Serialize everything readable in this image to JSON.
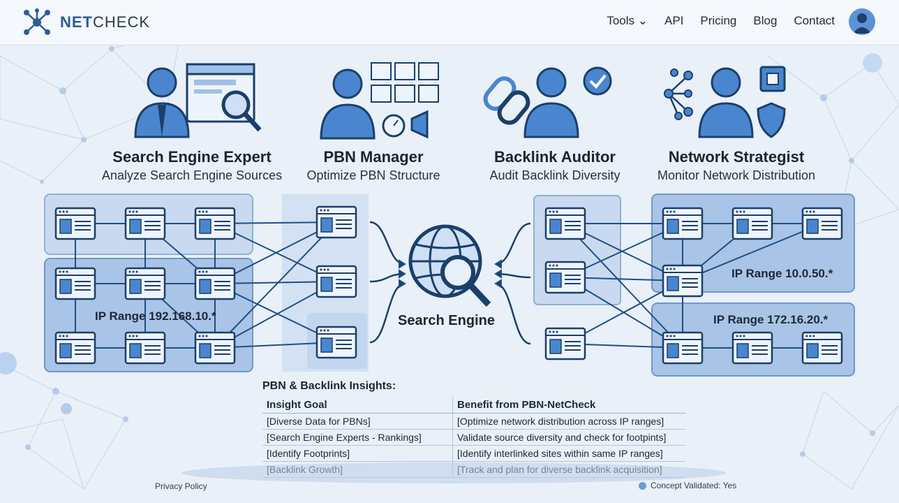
{
  "brand": {
    "name_bold": "NET",
    "name_rest": "CHECK"
  },
  "nav": {
    "tools": "Tools ⌄",
    "api": "API",
    "pricing": "Pricing",
    "blog": "Blog",
    "contact": "Contact"
  },
  "roles": [
    {
      "title": "Search Engine Expert",
      "subtitle": "Analyze Search Engine Sources"
    },
    {
      "title": "PBN Manager",
      "subtitle": "Optimize PBN Structure"
    },
    {
      "title": "Backlink Auditor",
      "subtitle": "Audit Backlink Diversity"
    },
    {
      "title": "Network Strategist",
      "subtitle": "Monitor Network Distribution"
    }
  ],
  "network": {
    "ip_left": "IP Range 192.168.10.*",
    "ip_right_top": "IP Range 10.0.50.*",
    "ip_right_bottom": "IP Range 172.16.20.*",
    "center_label": "Search Engine"
  },
  "insights": {
    "title": "PBN & Backlink Insights:",
    "headers": [
      "Insight Goal",
      "Benefit from PBN-NetCheck"
    ],
    "rows": [
      [
        "[Diverse Data for PBNs]",
        "[Optimize network distribution across IP ranges]"
      ],
      [
        "[Search Engine Experts - Rankings]",
        "Validate source diversity and check for footpints]"
      ],
      [
        "[Identify Footprints]",
        "[Identify interlinked sites within same IP ranges]"
      ],
      [
        "[Backlink Growth]",
        "[Track and plan for diverse backlink acquisition]"
      ]
    ]
  },
  "footer": {
    "privacy": "Privacy Policy",
    "status": "Concept Validated: Yes"
  },
  "colors": {
    "accent": "#2b5d99",
    "panel": "#a9c4e6",
    "card": "#eef4fb",
    "line": "#1e4f86"
  }
}
